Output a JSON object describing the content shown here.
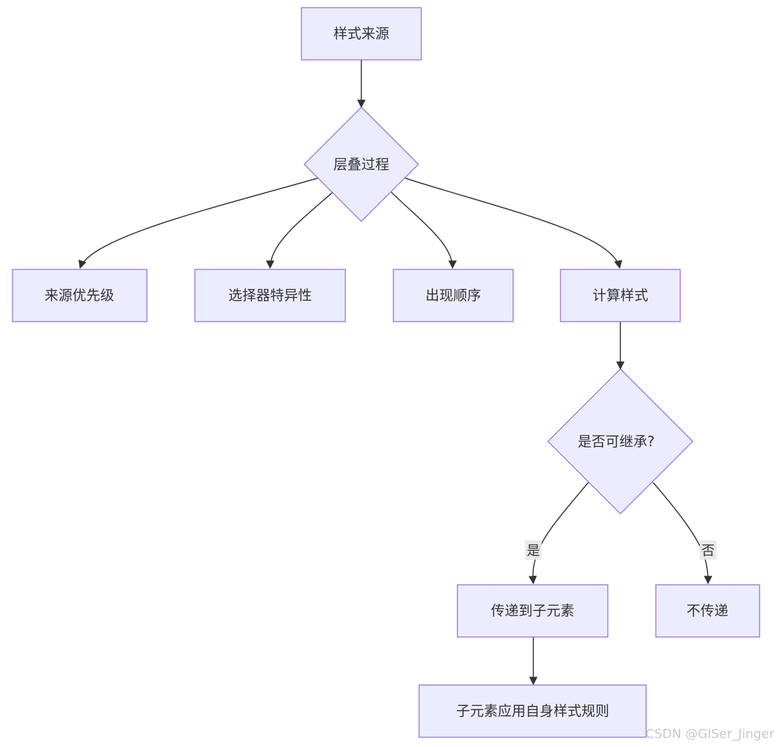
{
  "nodes": {
    "style_source": "样式来源",
    "cascade": "层叠过程",
    "source_priority": "来源优先级",
    "selector_specificity": "选择器特异性",
    "order": "出现顺序",
    "computed_style": "计算样式",
    "inheritable": "是否可继承?",
    "pass_to_children": "传递到子元素",
    "not_pass": "不传递",
    "child_apply": "子元素应用自身样式规则"
  },
  "edge_labels": {
    "yes": "是",
    "no": "否"
  },
  "colors": {
    "node_fill": "#ececff",
    "node_stroke": "#9370db",
    "edge": "#333333",
    "text": "#333333"
  },
  "watermark": "CSDN @GISer_Jinger"
}
